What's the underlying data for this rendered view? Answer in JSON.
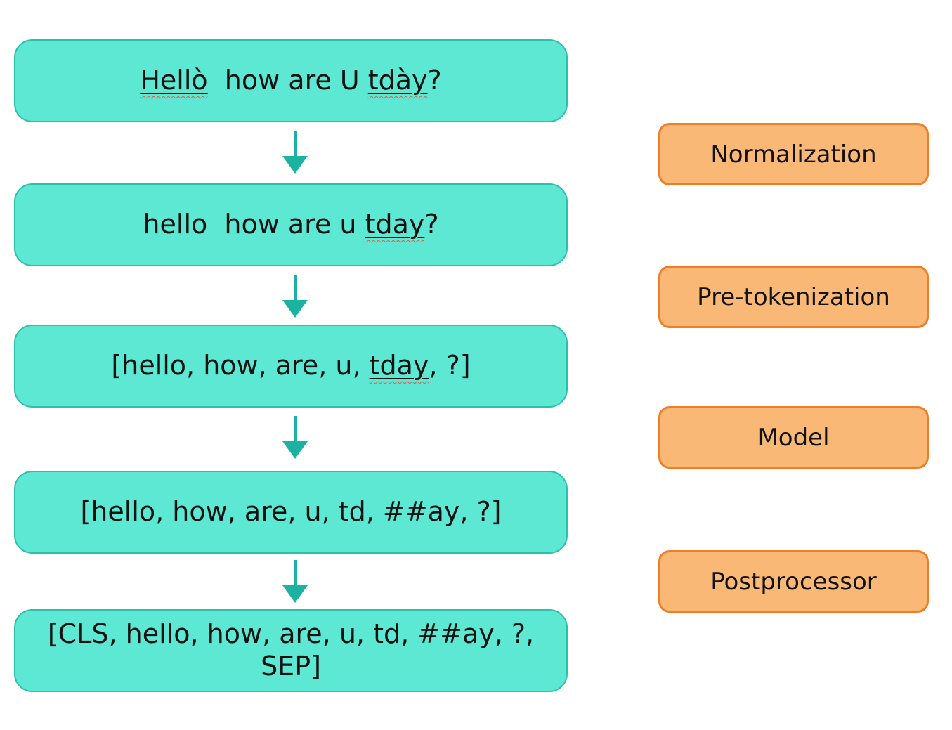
{
  "colors": {
    "stage_fill": "#5de8d3",
    "stage_border": "#2bbfac",
    "arrow": "#1bb2a1",
    "label_fill": "#f9b875",
    "label_border": "#f07e28",
    "text": "#121212",
    "spellcheck_squiggle": "#dd5a49",
    "background": "#ffffff"
  },
  "icons": {
    "arrow": "down-arrow"
  },
  "pipeline": {
    "stages": [
      {
        "name": "raw-input",
        "parts": [
          {
            "text": "Hellò",
            "underlined": true,
            "misspelled": true
          },
          {
            "text": "  how are U ",
            "underlined": false,
            "misspelled": false
          },
          {
            "text": "tdày",
            "underlined": true,
            "misspelled": true
          },
          {
            "text": "?",
            "underlined": false,
            "misspelled": false
          }
        ]
      },
      {
        "name": "normalized-text",
        "parts": [
          {
            "text": "hello  how are u ",
            "underlined": false,
            "misspelled": false
          },
          {
            "text": "tday",
            "underlined": true,
            "misspelled": true
          },
          {
            "text": "?",
            "underlined": false,
            "misspelled": false
          }
        ]
      },
      {
        "name": "pre-tokenized-words",
        "parts": [
          {
            "text": "[hello, how, are, u, ",
            "underlined": false,
            "misspelled": false
          },
          {
            "text": "tday",
            "underlined": true,
            "misspelled": true
          },
          {
            "text": ", ?]",
            "underlined": false,
            "misspelled": false
          }
        ]
      },
      {
        "name": "model-tokens",
        "parts": [
          {
            "text": "[hello, how, are, u, td, ##ay, ?]",
            "underlined": false,
            "misspelled": false
          }
        ]
      },
      {
        "name": "postprocessed-tokens",
        "parts": [
          {
            "text": "[CLS, hello, how, are, u, td, ##ay, ?, SEP]",
            "underlined": false,
            "misspelled": false
          }
        ]
      }
    ]
  },
  "process_labels": [
    {
      "label": "Normalization"
    },
    {
      "label": "Pre-tokenization"
    },
    {
      "label": "Model"
    },
    {
      "label": "Postprocessor"
    }
  ]
}
